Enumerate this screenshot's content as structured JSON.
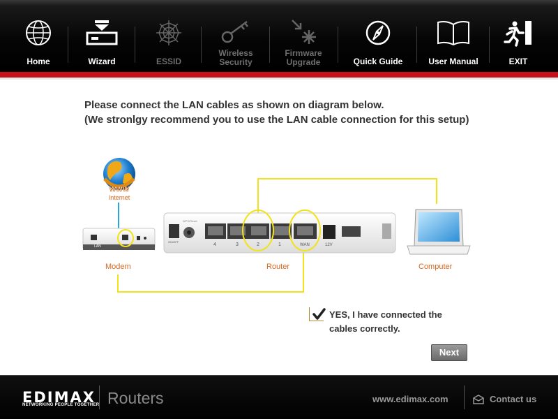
{
  "nav": {
    "home": "Home",
    "wizard": "Wizard",
    "essid": "ESSID",
    "wireless_1": "Wireless",
    "wireless_2": "Security",
    "firmware_1": "Firmware",
    "firmware_2": "Upgrade",
    "quick_guide": "Quick Guide",
    "user_manual": "User Manual",
    "exit": "EXIT"
  },
  "main": {
    "line1": "Please connect the LAN cables as shown on diagram below.",
    "line2": "(We stronlgy recommend you to use the LAN cable connection for this setup)"
  },
  "diagram": {
    "internet": "Internet",
    "www": "WWW",
    "modem": "Modem",
    "router": "Router",
    "computer": "Computer",
    "modem_lan": "LAN",
    "router_wps": "WPS/Reset",
    "router_onoff": "ON/OFF",
    "router_wan": "WAN",
    "router_12v": "12V",
    "port_4": "4",
    "port_3": "3",
    "port_2": "2",
    "port_1": "1"
  },
  "confirm": {
    "text_1": "YES, I have connected the",
    "text_2": "cables correctly.",
    "checked": true,
    "next": "Next"
  },
  "footer": {
    "brand": "EDIMAX",
    "brand_sub": "NETWORKING PEOPLE TOGETHER",
    "product": "Routers",
    "website": "www.edimax.com",
    "contact": "Contact us"
  },
  "colors": {
    "accent_red": "#c8101a",
    "highlight_yellow": "#f2e21a",
    "label_orange": "#d9671a",
    "cable_blue": "#29a8d8"
  }
}
